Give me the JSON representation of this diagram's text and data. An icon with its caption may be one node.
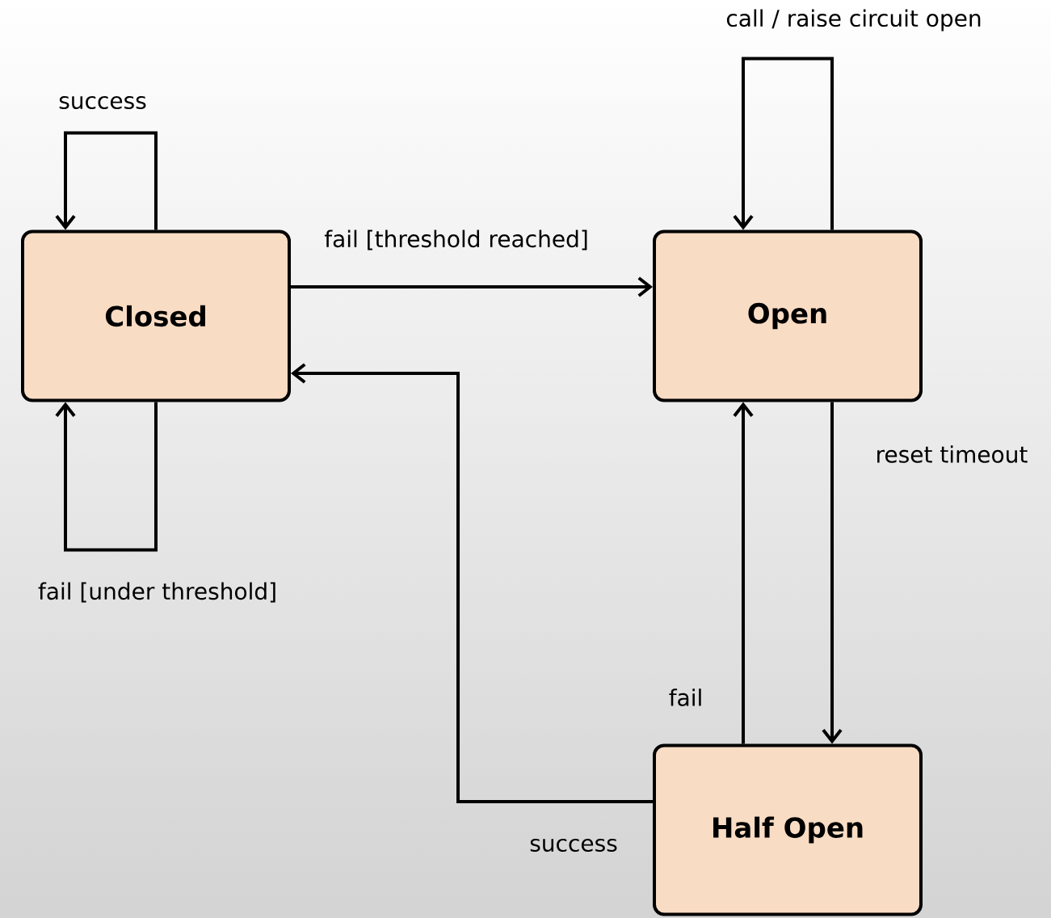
{
  "diagram": {
    "nodes": [
      {
        "text": [
          "Closed"
        ]
      },
      {
        "text": [
          "Open"
        ]
      },
      {
        "text": [
          "Half Open"
        ]
      }
    ],
    "edges": [
      {
        "from": 0,
        "to": 0,
        "arrow": "to",
        "label": "success"
      },
      {
        "from": 0,
        "to": 0,
        "arrow": "to",
        "label": "fail [under threshold]"
      },
      {
        "from": 0,
        "to": 1,
        "arrow": "to",
        "label": "fail [threshold reached]"
      },
      {
        "from": 1,
        "to": 1,
        "arrow": "to",
        "label": "call / raise circuit open"
      },
      {
        "from": 1,
        "to": 2,
        "arrow": "to",
        "label": "reset timeout"
      },
      {
        "from": 2,
        "to": 1,
        "arrow": "to",
        "label": "fail"
      },
      {
        "from": 2,
        "to": 0,
        "arrow": "to",
        "label": "success"
      }
    ]
  }
}
